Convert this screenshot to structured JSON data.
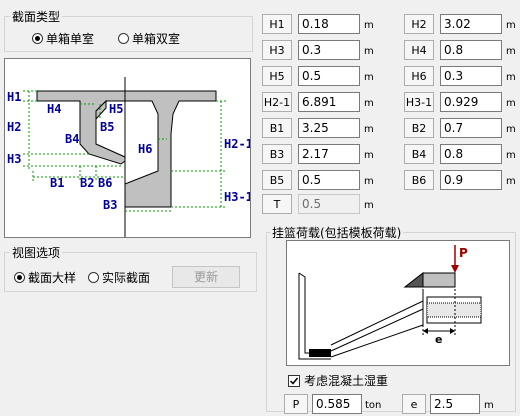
{
  "section_type": {
    "title": "截面类型",
    "options": [
      {
        "label": "单箱单室",
        "selected": true
      },
      {
        "label": "单箱双室",
        "selected": false
      }
    ]
  },
  "view_options": {
    "title": "视图选项",
    "options": [
      {
        "label": "截面大样",
        "selected": true
      },
      {
        "label": "实际截面",
        "selected": false
      }
    ],
    "refresh_label": "更新"
  },
  "params": [
    {
      "label": "H1",
      "value": "0.18",
      "unit": "m"
    },
    {
      "label": "H2",
      "value": "3.02",
      "unit": "m"
    },
    {
      "label": "H3",
      "value": "0.3",
      "unit": "m"
    },
    {
      "label": "H4",
      "value": "0.8",
      "unit": "m"
    },
    {
      "label": "H5",
      "value": "0.5",
      "unit": "m"
    },
    {
      "label": "H6",
      "value": "0.3",
      "unit": "m"
    },
    {
      "label": "H2-1",
      "value": "6.891",
      "unit": "m"
    },
    {
      "label": "H3-1",
      "value": "0.929",
      "unit": "m"
    },
    {
      "label": "B1",
      "value": "3.25",
      "unit": "m"
    },
    {
      "label": "B2",
      "value": "0.7",
      "unit": "m"
    },
    {
      "label": "B3",
      "value": "2.17",
      "unit": "m"
    },
    {
      "label": "B4",
      "value": "0.8",
      "unit": "m"
    },
    {
      "label": "B5",
      "value": "0.5",
      "unit": "m"
    },
    {
      "label": "B6",
      "value": "0.9",
      "unit": "m"
    },
    {
      "label": "T",
      "value": "0.5",
      "unit": "m"
    }
  ],
  "diagram_labels": {
    "h1": "H1",
    "h2": "H2",
    "h3": "H3",
    "h4": "H4",
    "h5": "H5",
    "h6": "H6",
    "h2_1": "H2-1",
    "h3_1": "H3-1",
    "b1": "B1",
    "b2": "B2",
    "b3": "B3",
    "b4": "B4",
    "b5": "B5",
    "b6": "B6"
  },
  "hanging_basket": {
    "title": "挂篮荷载(包括模板荷载)",
    "p_label": "P",
    "e_label": "e",
    "consider_wet_concrete": {
      "label": "考虑混凝土湿重",
      "checked": true
    },
    "p": {
      "label": "P",
      "value": "0.585",
      "unit": "ton"
    },
    "e": {
      "label": "e",
      "value": "2.5",
      "unit": "m"
    }
  },
  "colors": {
    "dim_green": "#00a000",
    "label_blue": "#0000a0",
    "section_gray": "#c0c0c0",
    "load_red": "#a00000"
  }
}
